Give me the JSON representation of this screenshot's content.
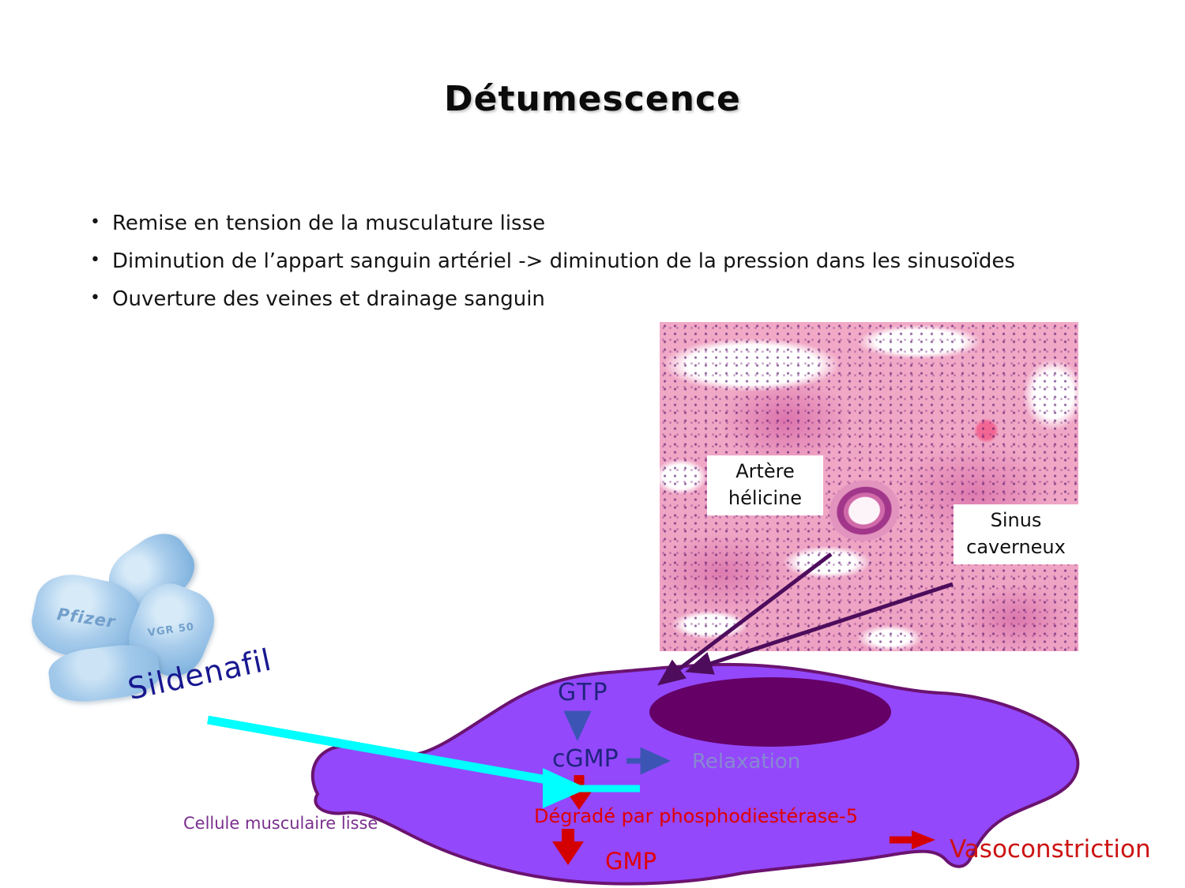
{
  "slide": {
    "title": "Détumescence"
  },
  "bullets": [
    "Remise en tension de la musculature lisse",
    "Diminution de l’appart sanguin artériel -> diminution de la pression dans les sinusoïdes",
    "Ouverture des veines et drainage sanguin"
  ],
  "histology": {
    "label_artere": "Artère hélicine",
    "label_sinus": "Sinus caverneux"
  },
  "pills": {
    "emboss_brand": "Pfizer",
    "emboss_code": "VGR 50"
  },
  "drug": {
    "name": "Sildenafil"
  },
  "cell": {
    "label": "Cellule musculaire lisse",
    "gtp": "GTP",
    "cgmp": "cGMP",
    "relaxation": "Relaxation",
    "degradation": "Dégradé par phosphodiestérase-5",
    "gmp": "GMP",
    "vasoconstriction": "Vasoconstriction"
  },
  "colors": {
    "cell_fill": "#9348fc",
    "cell_outline": "#6b1370",
    "nucleus": "#650066",
    "pathway_blue": "#3c55b4",
    "label_navy": "#20247e",
    "relaxation_text": "#8694ca",
    "red": "#e00000",
    "vasoconstriction_red": "#cc1212",
    "cyan_arrow": "#00ffff",
    "guide_arrow_purple": "#4d0d5c",
    "cellule_label_purple": "#7b2f8e",
    "pill_blue": "#a9cdec",
    "histology_pink": "#efa5c5"
  }
}
